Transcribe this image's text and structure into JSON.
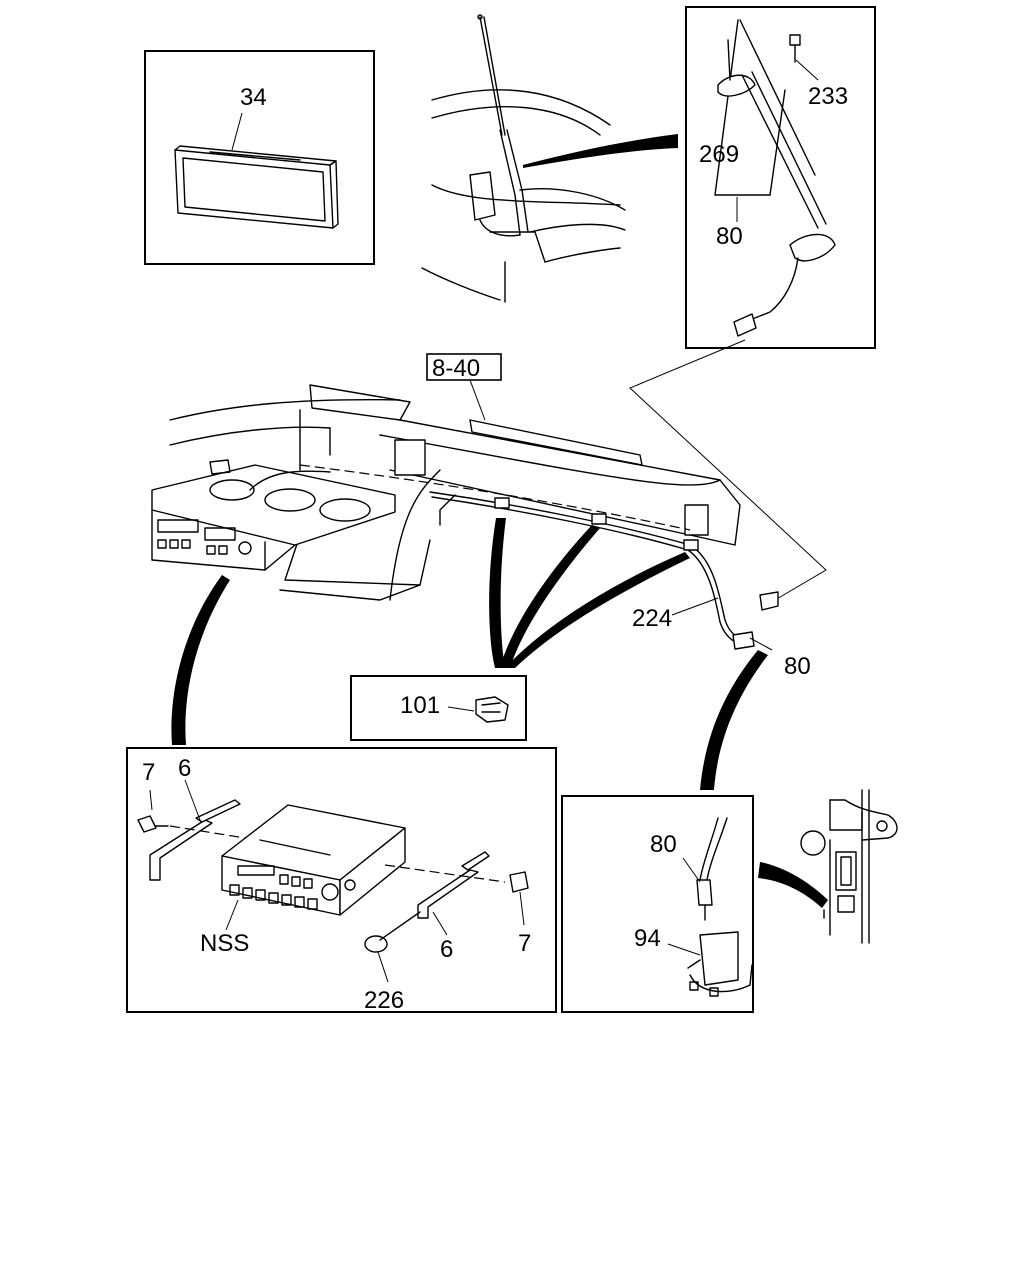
{
  "labels": {
    "antenna_cap": "34",
    "screw": "233",
    "antenna_rod": "269",
    "feeder_cable": "80",
    "feeder_cable_lower": "80",
    "feeder_cable_detail": "80",
    "ref_panel": "8-40",
    "cable_clip": "101",
    "extension_cable": "224",
    "bolt_left": "7",
    "bracket_left": "6",
    "bracket_right": "6",
    "bolt_right": "7",
    "radio_unit": "NSS",
    "knob": "226",
    "cable_holder": "94"
  }
}
